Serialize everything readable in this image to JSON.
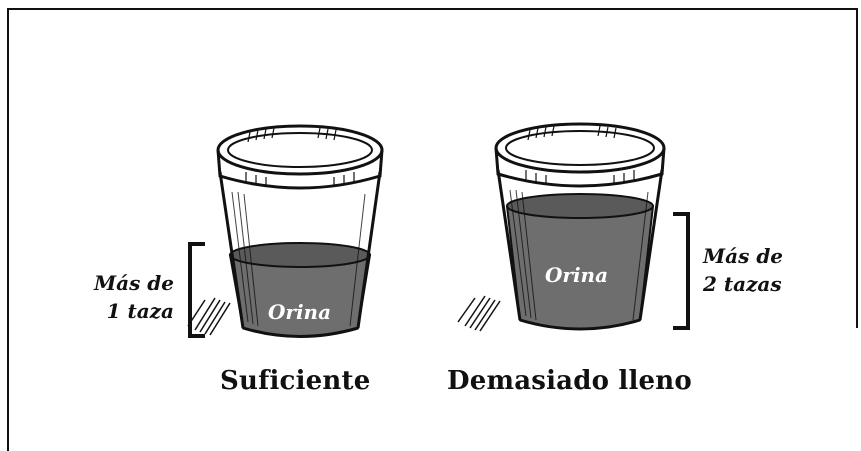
{
  "cups": [
    {
      "caption": "Suficiente",
      "liquid_label": "Orina",
      "measure_lines": [
        "Más de",
        "1 taza"
      ],
      "fill_level": 0.35
    },
    {
      "caption": "Demasiado lleno",
      "liquid_label": "Orina",
      "measure_lines": [
        "Más de",
        "2 tazas"
      ],
      "fill_level": 0.7
    }
  ],
  "colors": {
    "liquid": "#6e6e6e",
    "outline": "#111111",
    "label_text": "#ffffff"
  }
}
